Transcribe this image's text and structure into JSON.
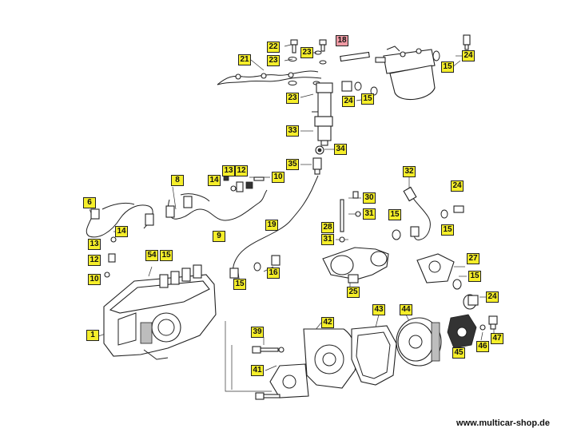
{
  "callouts": {
    "c18": "18",
    "c22": "22",
    "c23a": "23",
    "c23b": "23",
    "c23c": "23",
    "c21": "21",
    "c24a": "24",
    "c15a": "15",
    "c24b": "24",
    "c15b": "15",
    "c33": "33",
    "c34": "34",
    "c35": "35",
    "c13a": "13",
    "c12a": "12",
    "c14a": "14",
    "c10a": "10",
    "c8": "8",
    "c6": "6",
    "c14b": "14",
    "c13b": "13",
    "c12b": "12",
    "c10b": "10",
    "c9": "9",
    "c19": "19",
    "c32": "32",
    "c24c": "24",
    "c30": "30",
    "c31a": "31",
    "c15c": "15",
    "c15d": "15",
    "c28": "28",
    "c31b": "31",
    "c54": "54",
    "c15e": "15",
    "c16": "16",
    "c15f": "15",
    "c27": "27",
    "c15g": "15",
    "c24d": "24",
    "c25": "25",
    "c1": "1",
    "c39": "39",
    "c42": "42",
    "c43": "43",
    "c44": "44",
    "c45": "45",
    "c46": "46",
    "c47": "47",
    "c41": "41"
  },
  "footer": {
    "url": "www.multicar-shop.de"
  },
  "colors": {
    "callout_fill": "#f5ee2a",
    "highlight_fill": "#ef9aa4",
    "ink": "#222222"
  }
}
